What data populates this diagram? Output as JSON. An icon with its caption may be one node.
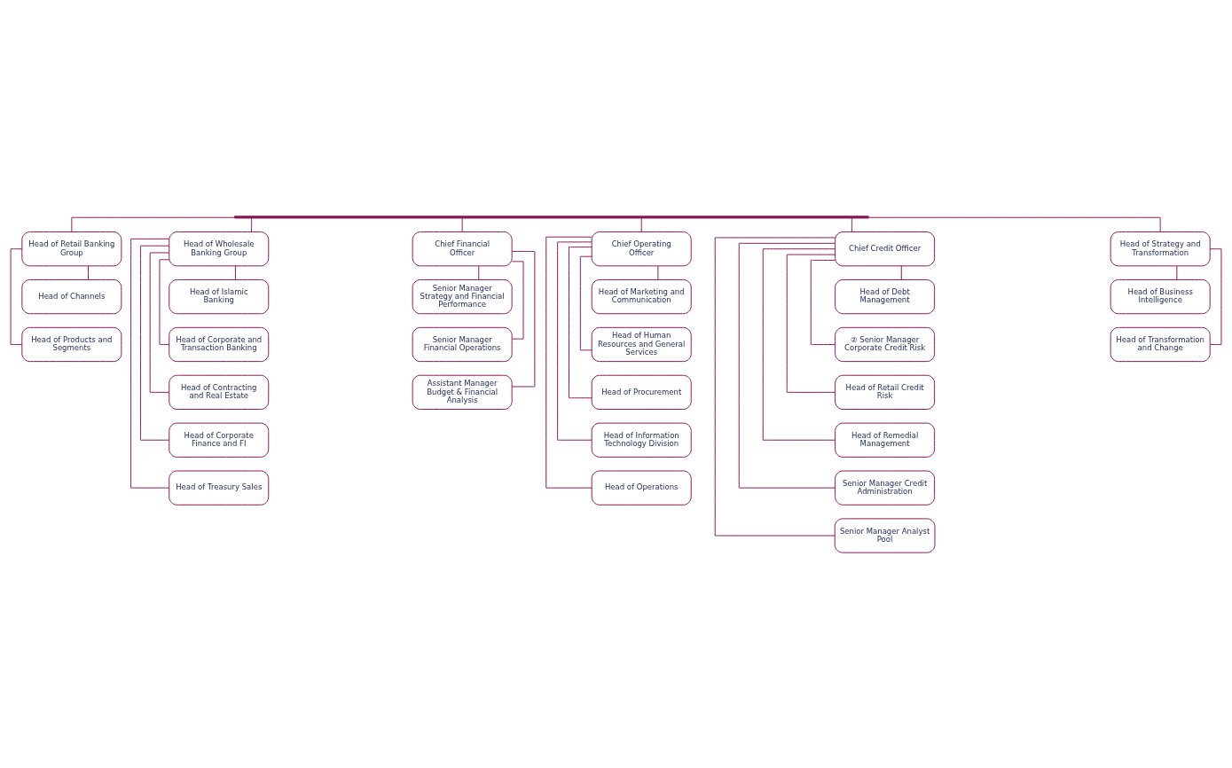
{
  "diagram": {
    "nodes": [
      {
        "text": [],
        "shape": "bar"
      },
      {
        "text": [
          "Head of Retail Banking Group"
        ]
      },
      {
        "text": [
          "Head of Channels"
        ]
      },
      {
        "text": [
          "Head of Products and Segments"
        ]
      },
      {
        "text": [
          "Head of Wholesale Banking Group"
        ]
      },
      {
        "text": [
          "Head of Islamic Banking"
        ]
      },
      {
        "text": [
          "Head of Corporate and Transaction Banking"
        ]
      },
      {
        "text": [
          "Head of Contracting and Real Estate"
        ]
      },
      {
        "text": [
          "Head of Corporate Finance and FI"
        ]
      },
      {
        "text": [
          "Head of Treasury Sales"
        ]
      },
      {
        "text": [
          "Chief Financial Officer"
        ]
      },
      {
        "text": [
          "Senior Manager Strategy and Financial Performance"
        ]
      },
      {
        "text": [
          "Senior Manager Financial Operations"
        ]
      },
      {
        "text": [
          "Assistant Manager Budget & Financial Analysis"
        ]
      },
      {
        "text": [
          "Chief Operating Officer"
        ]
      },
      {
        "text": [
          "Head of Marketing and Communication"
        ]
      },
      {
        "text": [
          "Head of Human Resources and General Services"
        ]
      },
      {
        "text": [
          "Head of Procurement"
        ]
      },
      {
        "text": [
          "Head of Information Technology Division"
        ]
      },
      {
        "text": [
          "Head of Operations"
        ]
      },
      {
        "text": [
          "Chief Credit Officer"
        ]
      },
      {
        "text": [
          "Head of Debt Management"
        ]
      },
      {
        "text": [
          "② Senior Manager Corporate Credit Risk"
        ]
      },
      {
        "text": [
          "Head of Retail Credit Risk"
        ]
      },
      {
        "text": [
          "Head of Remedial Management"
        ]
      },
      {
        "text": [
          "Senior Manager Credit Administration"
        ]
      },
      {
        "text": [
          "Senior Manager Analyst Pool"
        ]
      },
      {
        "text": [
          "Head of Strategy and Transformation"
        ]
      },
      {
        "text": [
          "Head of Business Intelligence"
        ]
      },
      {
        "text": [
          "Head of Transformation and Change"
        ]
      }
    ],
    "edges": [
      {
        "from": 0,
        "to": 1,
        "arrow": "none"
      },
      {
        "from": 0,
        "to": 4,
        "arrow": "none"
      },
      {
        "from": 0,
        "to": 10,
        "arrow": "none"
      },
      {
        "from": 0,
        "to": 14,
        "arrow": "none"
      },
      {
        "from": 0,
        "to": 20,
        "arrow": "none"
      },
      {
        "from": 0,
        "to": 27,
        "arrow": "none"
      },
      {
        "from": 1,
        "to": 2,
        "arrow": "none"
      },
      {
        "from": 1,
        "to": 3,
        "arrow": "none"
      },
      {
        "from": 4,
        "to": 5,
        "arrow": "none"
      },
      {
        "from": 4,
        "to": 6,
        "arrow": "none"
      },
      {
        "from": 4,
        "to": 7,
        "arrow": "none"
      },
      {
        "from": 4,
        "to": 8,
        "arrow": "none"
      },
      {
        "from": 4,
        "to": 9,
        "arrow": "none"
      },
      {
        "from": 10,
        "to": 11,
        "arrow": "none"
      },
      {
        "from": 10,
        "to": 12,
        "arrow": "none"
      },
      {
        "from": 10,
        "to": 13,
        "arrow": "none"
      },
      {
        "from": 14,
        "to": 15,
        "arrow": "none"
      },
      {
        "from": 14,
        "to": 16,
        "arrow": "none"
      },
      {
        "from": 14,
        "to": 17,
        "arrow": "none"
      },
      {
        "from": 14,
        "to": 18,
        "arrow": "none"
      },
      {
        "from": 14,
        "to": 19,
        "arrow": "none"
      },
      {
        "from": 20,
        "to": 21,
        "arrow": "none"
      },
      {
        "from": 20,
        "to": 22,
        "arrow": "none"
      },
      {
        "from": 20,
        "to": 23,
        "arrow": "none"
      },
      {
        "from": 20,
        "to": 24,
        "arrow": "none"
      },
      {
        "from": 20,
        "to": 25,
        "arrow": "none"
      },
      {
        "from": 20,
        "to": 26,
        "arrow": "none"
      },
      {
        "from": 27,
        "to": 28,
        "arrow": "none"
      },
      {
        "from": 27,
        "to": 29,
        "arrow": "none"
      }
    ]
  }
}
